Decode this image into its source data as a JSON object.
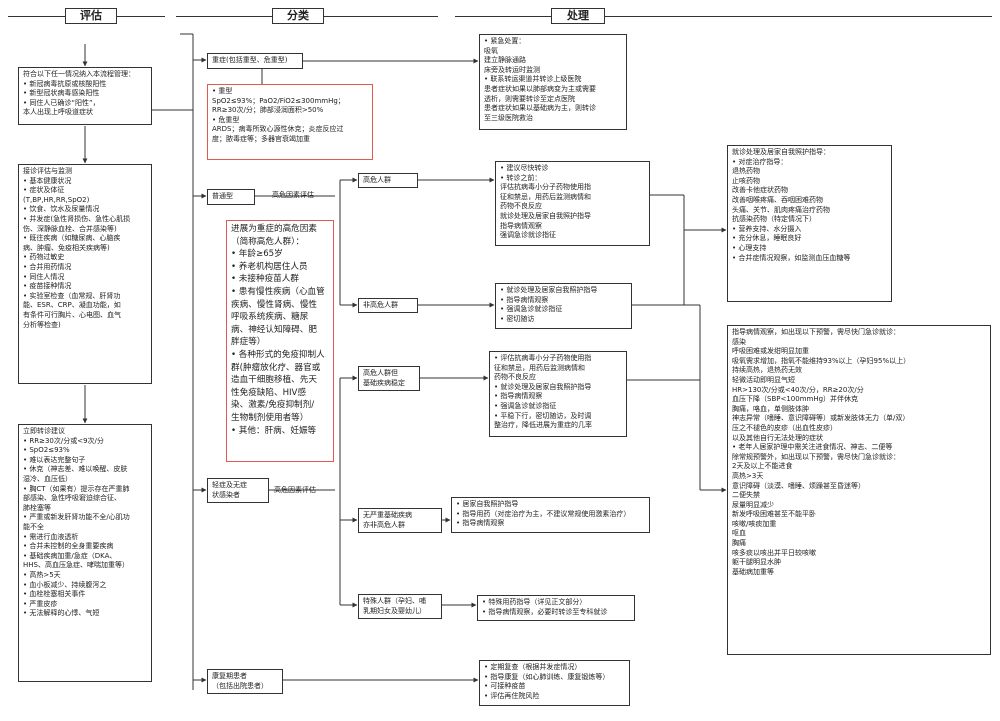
{
  "headers": {
    "assess": "评估",
    "classify": "分类",
    "handle": "处理"
  },
  "labels": {
    "high_risk_eval_1": "高危因素评估",
    "high_risk_eval_2": "高危因素评估"
  },
  "boxes": {
    "inclusion": [
      "符合以下任一情况纳入本流程管理：",
      "• 新冠病毒抗原或核酸阳性",
      "• 新型冠状病毒感染阳性",
      "• 同住人已确诊“阳性”，",
      "  本人出现上呼吸道症状"
    ],
    "assessment": [
      "接诊评估与监测",
      "• 基本健康状况",
      "• 症状及体征",
      "  (T,BP,HR,RR,SpO2)",
      "• 饮食、饮水及尿量情况",
      "• 并发症(急性肾损伤、急性心肌损",
      "  伤、深静脉血栓、合并感染等)",
      "• 既往疾病（如糖尿病、心脑疾",
      "  病、肿瘤、免疫相关疾病等)",
      "• 药物过敏史",
      "• 合并用药情况",
      "• 同住人情况",
      "• 疫苗接种情况",
      "• 实验室检查（血常规、肝肾功",
      "  能、ESR、CRP、凝血功能，如",
      "  有条件可行胸片、心电图、血气",
      "  分析等检查)"
    ],
    "referral": [
      "立即转诊建议",
      "• RR≥30次/分或<9次/分",
      "• SpO2≤93%",
      "• 难以表达完整句子",
      "• 休克（神志差、难以唤醒、皮肤",
      "  湿冷、血压低）",
      "• 胸CT（如果有）提示存在严重肺",
      "  部感染、急性呼吸窘迫综合征、",
      "  肺栓塞等",
      "• 严重或新发肝肾功能不全/心肌功",
      "  能不全",
      "• 需进行血液透析",
      "• 合并未控制的全身重要疾病",
      "• 基础疾病加重/急症（DKA、",
      "  HHS、高血压急症、哮喘加重等）",
      "• 高热>5天",
      "• 血小板减少、持续腹泻之",
      "• 血栓栓塞相关事件",
      "• 严重皮疹",
      "• 无法解释的心悸、气短"
    ],
    "severe": [
      "重症(包括重型、危重型)"
    ],
    "severe_def": [
      "• 重型",
      "SpO2≤93%；PaO2/FiO2≤300mmHg；",
      "RR≥30次/分；肺部浸润面积>50%",
      "• 危重型",
      "ARDS；病毒所致心源性休克；炎症反应过",
      "度；脓毒症等；多器官衰竭加重"
    ],
    "common": [
      "普通型"
    ],
    "high_risk_factors": [
      "进展为重症的高危因素",
      "（简称高危人群）：",
      "• 年龄≥65岁",
      "• 养老机构居住人员",
      "• 未接种疫苗人群",
      "• 患有慢性疾病（心血管",
      "疾病、慢性肾病、慢性",
      "呼吸系统疾病、糖尿",
      "病、神经认知障碍、肥",
      "胖症等）",
      "• 各种形式的免疫抑制人",
      "群(肿瘤放化疗、器官或",
      "造血干细胞移植、先天",
      "性免疫缺陷、HIV感",
      "染、激素/免疫抑制剂/",
      "生物制剂使用者等）",
      "• 其他：肝病、妊娠等"
    ],
    "mild": [
      "轻症及无症",
      "状感染者"
    ],
    "recovery": [
      "康复期患者",
      "（包括出院患者）"
    ],
    "high_risk": [
      "高危人群"
    ],
    "non_high_risk": [
      "非高危人群"
    ],
    "high_risk_unstable": [
      "高危人群但",
      "基础疾病稳定"
    ],
    "no_severe": [
      "无严重基础疾病",
      "亦非高危人群"
    ],
    "special": [
      "特殊人群（孕妇、哺",
      "乳期妇女及婴幼儿）"
    ],
    "h_severe": [
      "• 紧急处置：",
      "  吸氧",
      "  建立静脉通路",
      "  床旁及转运时监测",
      "• 联系转运渠道并转诊上级医院",
      "  患者症状如果以肺部病变为主或需要",
      "  透析，则需要转诊至定点医院",
      "  患者症状如果以基础病为主，则转诊",
      "  至三级医院救治"
    ],
    "h_high": [
      "• 建议尽快转诊",
      "• 转诊之前：",
      "  评估抗病毒小分子药物使用指",
      "  征和禁忌，用药后监测病情和",
      "  药物不良反应",
      "  就诊处理及居家自我照护指导",
      "  指导病情观察",
      "  强调急诊就诊指征"
    ],
    "h_nonhigh": [
      "• 就诊处理及居家自我照护指导",
      "• 指导病情观察",
      "• 强调急诊就诊指征",
      "• 密切随访"
    ],
    "h_unstable": [
      "• 评估抗病毒小分子药物使用指",
      "  征和禁忌，用药后监测病情和",
      "  药物不良反应",
      "• 就诊处理及居家自我照护指导",
      "• 指导病情观察",
      "• 强调急诊就诊指征",
      "• 平稳下行，密切随访，及时调",
      "  整治疗，降低进展为重症的几率"
    ],
    "h_nosevere": [
      "• 居家自我照护指导",
      "• 指导用药（对症治疗为主，不建议常规使用激素治疗）",
      "• 指导病情观察"
    ],
    "h_special": [
      "• 特殊用药指导（详见正文部分）",
      "• 指导病情观察，必要时转诊至专科就诊"
    ],
    "h_recovery": [
      "• 定期复查（根据并发症情况）",
      "• 指导康复（如心肺训练、康复锻炼等）",
      "• 可接种疫苗",
      "• 评估再住院风险"
    ],
    "home_guidance": [
      "就诊处理及居家自我照护指导：",
      "• 对症治疗指导：",
      "  退热药物",
      "  止咳药物",
      "  改善卡他症状药物",
      "  改善咽喉疼痛、吞咽困难药物",
      "  头痛、关节、肌肉疼痛治疗药物",
      "  抗感染药物（特定情况下）",
      "• 营养支持、水分摄入",
      "• 充分休息，睡眠良好",
      "• 心理支持",
      "• 合并症情况观察，如监测血压血糖等"
    ],
    "observation": [
      "指导病情观察，如出现以下预警，需尽快门急诊就诊：",
      "  感染",
      "  呼吸困难或发绀明显加重",
      "  吸氧需求增加，指氧不能维持93%以上（孕妇95%以上）",
      "  持续高热，退热药无效",
      "  轻微活动即明显气短",
      "  HR>130次/分或<40次/分，RR≥20次/分",
      "  血压下降（SBP<100mmHg）并伴休克",
      "  胸痛，咯血，单侧肢体肿",
      "  神志异常（嗜睡、意识障碍等）或新发肢体无力（单/双）",
      "  压之不褪色的皮疹（出血性皮疹）",
      "  以及其他自行无法处理的症状",
      "• 老年人居家护理中需关注进食情况、神志、二便等",
      "  除常规预警外，如出现以下预警，需尽快门急诊就诊：",
      "  2天及以上不能进食",
      "  高热>3天",
      "  意识障碍（淡漠、嗜睡、烦躁甚至昏迷等）",
      "  二便失禁",
      "  尿量明显减少",
      "  新发呼吸困难甚至不能平卧",
      "  咳嗽/咳痰加重",
      "  呕血",
      "  胸痛",
      "  咳多痰以咳出并平日较咳嗽",
      "  躯干腿明显水肿",
      "  基础病加重等"
    ]
  }
}
